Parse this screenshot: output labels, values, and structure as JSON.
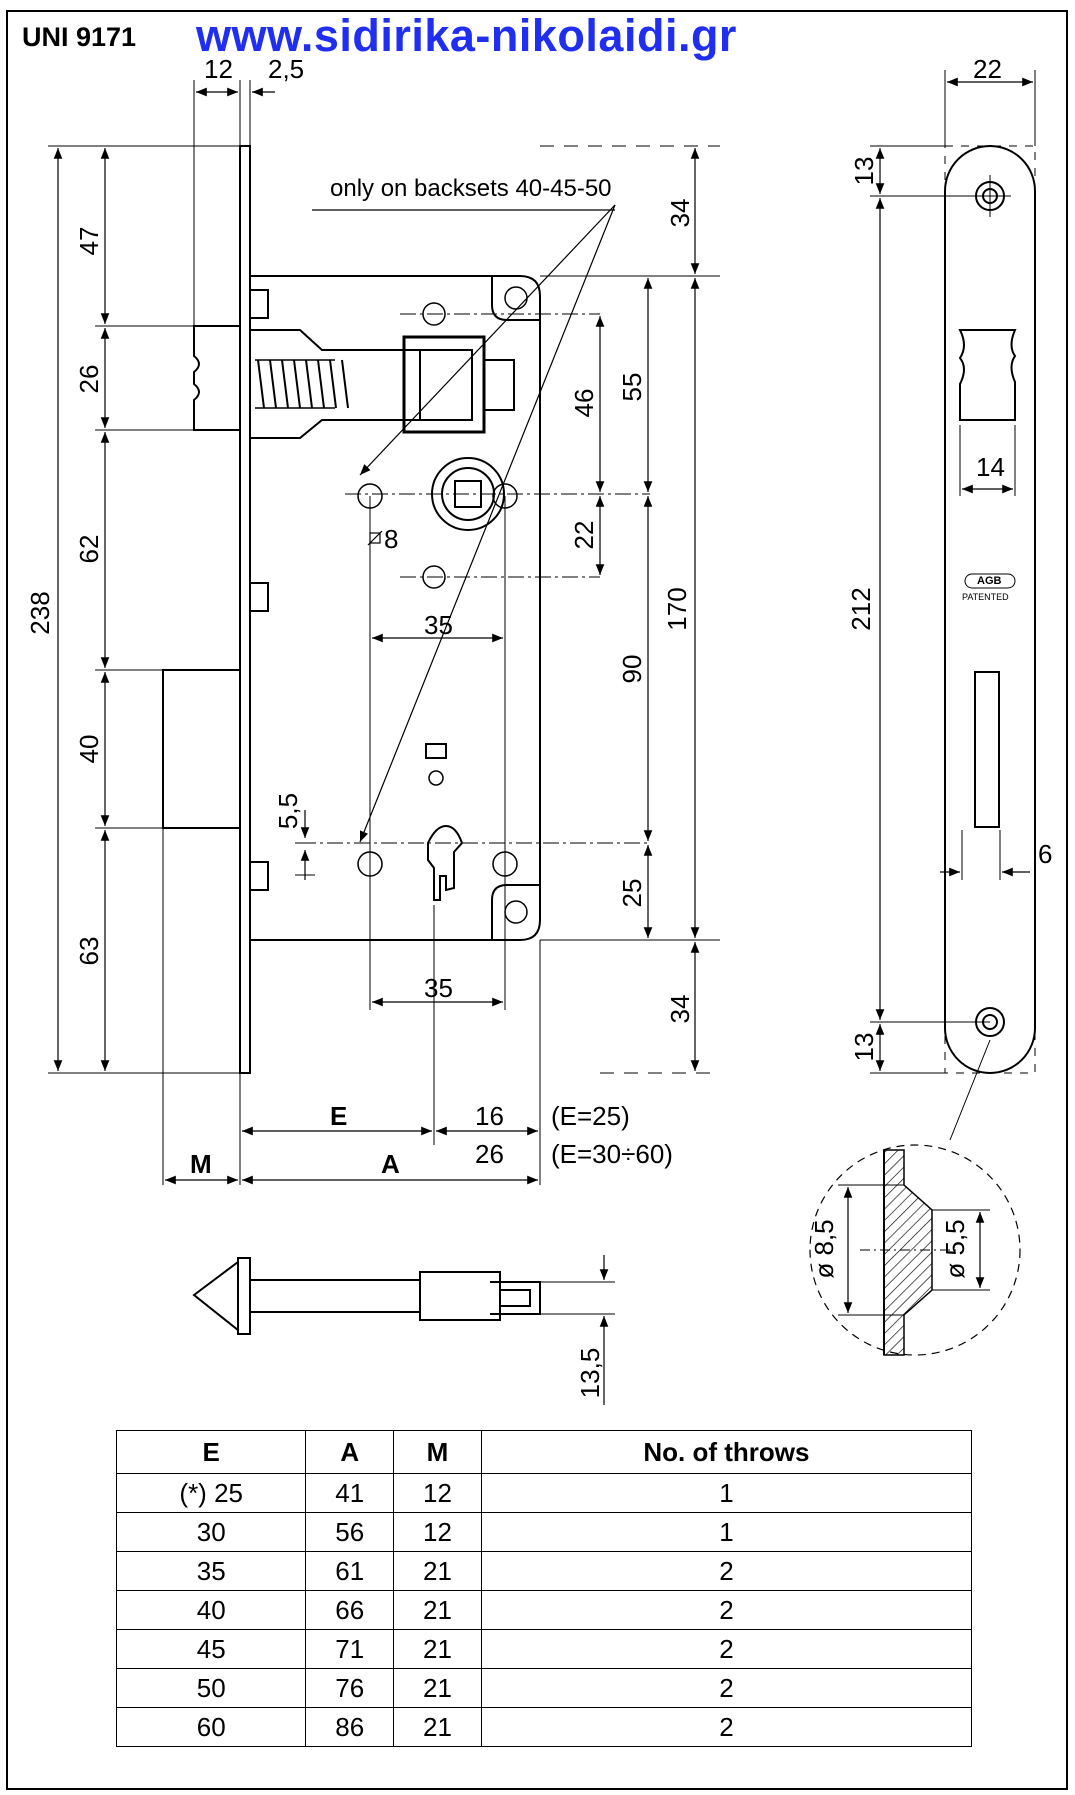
{
  "header": {
    "title": "UNI 9171",
    "website": "www.sidirika-nikolaidi.gr"
  },
  "note": "only on backsets 40-45-50",
  "dimensions": {
    "top_12": "12",
    "top_2_5": "2,5",
    "left_47": "47",
    "left_26": "26",
    "left_62": "62",
    "left_40": "40",
    "left_63": "63",
    "left_238": "238",
    "right_34_top": "34",
    "right_55": "55",
    "right_46": "46",
    "right_22": "22",
    "right_170": "170",
    "right_90": "90",
    "right_25": "25",
    "right_34_bottom": "34",
    "square_8": "8",
    "center_35_upper": "35",
    "center_35_lower": "35",
    "small_5_5": "5,5",
    "E": "E",
    "A": "A",
    "M": "M",
    "val_16": "16",
    "val_26": "26",
    "note_e25": "(E=25)",
    "note_e30_60": "(E=30÷60)",
    "plate_22": "22",
    "plate_13_top": "13",
    "plate_212": "212",
    "plate_14": "14",
    "plate_6": "6",
    "plate_13_bottom": "13",
    "detail_8_5": "ø 8,5",
    "detail_5_5": "ø 5,5",
    "bolt_13_5": "13,5",
    "logo_text": "AGB",
    "logo_sub": "PATENTED"
  },
  "table": {
    "headers": [
      "E",
      "A",
      "M",
      "No. of throws"
    ],
    "rows": [
      [
        "(*) 25",
        "41",
        "12",
        "1"
      ],
      [
        "30",
        "56",
        "12",
        "1"
      ],
      [
        "35",
        "61",
        "21",
        "2"
      ],
      [
        "40",
        "66",
        "21",
        "2"
      ],
      [
        "45",
        "71",
        "21",
        "2"
      ],
      [
        "50",
        "76",
        "21",
        "2"
      ],
      [
        "60",
        "86",
        "21",
        "2"
      ]
    ]
  },
  "colors": {
    "website": "#1f2ef0",
    "lines": "#000000"
  }
}
